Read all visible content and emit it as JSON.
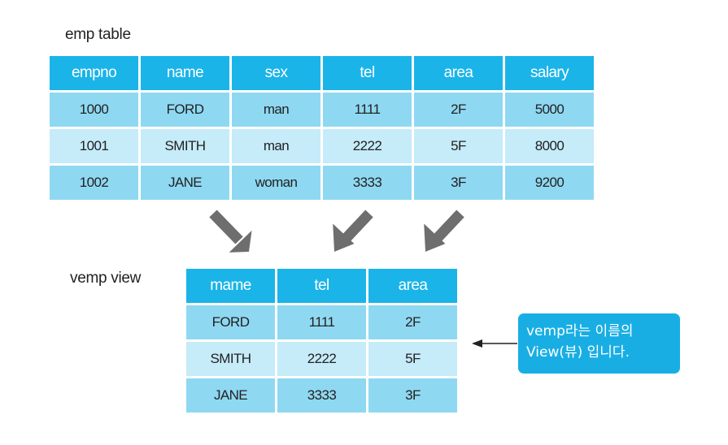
{
  "emp": {
    "caption": "emp table",
    "headers": [
      "empno",
      "name",
      "sex",
      "tel",
      "area",
      "salary"
    ],
    "rows": [
      [
        "1000",
        "FORD",
        "man",
        "1111",
        "2F",
        "5000"
      ],
      [
        "1001",
        "SMITH",
        "man",
        "2222",
        "5F",
        "8000"
      ],
      [
        "1002",
        "JANE",
        "woman",
        "3333",
        "3F",
        "9200"
      ]
    ]
  },
  "vemp": {
    "caption": "vemp view",
    "headers": [
      "mame",
      "tel",
      "area"
    ],
    "rows": [
      [
        "FORD",
        "1111",
        "2F"
      ],
      [
        "SMITH",
        "2222",
        "5F"
      ],
      [
        "JANE",
        "3333",
        "3F"
      ]
    ]
  },
  "callout": {
    "line1": "vemp라는 이름의",
    "line2": "View(뷰) 입니다."
  },
  "colors": {
    "header": "#1ab4e8",
    "row_dark": "#8fd8f2",
    "row_light": "#c6ebf9",
    "arrow": "#6e6e6e",
    "callout": "#18aee4"
  }
}
